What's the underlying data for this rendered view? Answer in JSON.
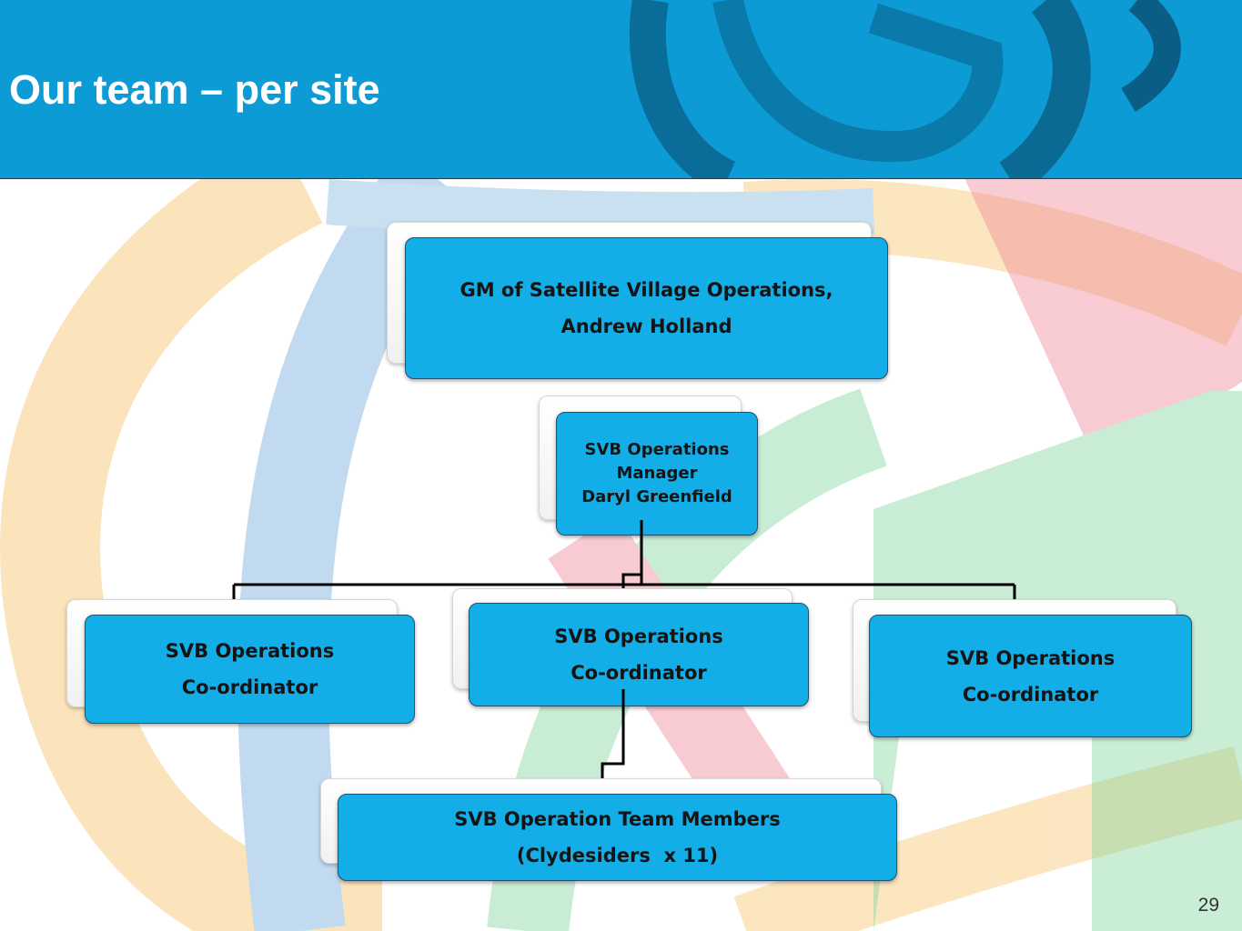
{
  "title": "Our team – per site",
  "page_number": "29",
  "org_chart": {
    "gm": {
      "lines": [
        "GM of Satellite Village Operations,",
        "Andrew Holland"
      ]
    },
    "manager": {
      "lines": [
        "SVB Operations",
        "Manager",
        "Daryl Greenfield"
      ]
    },
    "coordinators": [
      {
        "lines": [
          "SVB Operations",
          "Co-ordinator"
        ]
      },
      {
        "lines": [
          "SVB Operations",
          "Co-ordinator"
        ]
      },
      {
        "lines": [
          "SVB Operations",
          "Co-ordinator"
        ]
      }
    ],
    "team": {
      "lines": [
        "SVB Operation Team Members",
        "(Clydesiders  x 11)"
      ]
    }
  },
  "colors": {
    "banner": "#0d9bd6",
    "node_fill": "#13aee7",
    "node_text": "#141414",
    "connector": "#000000"
  },
  "icons": {
    "banner_logo": "games-logo-swirl"
  }
}
